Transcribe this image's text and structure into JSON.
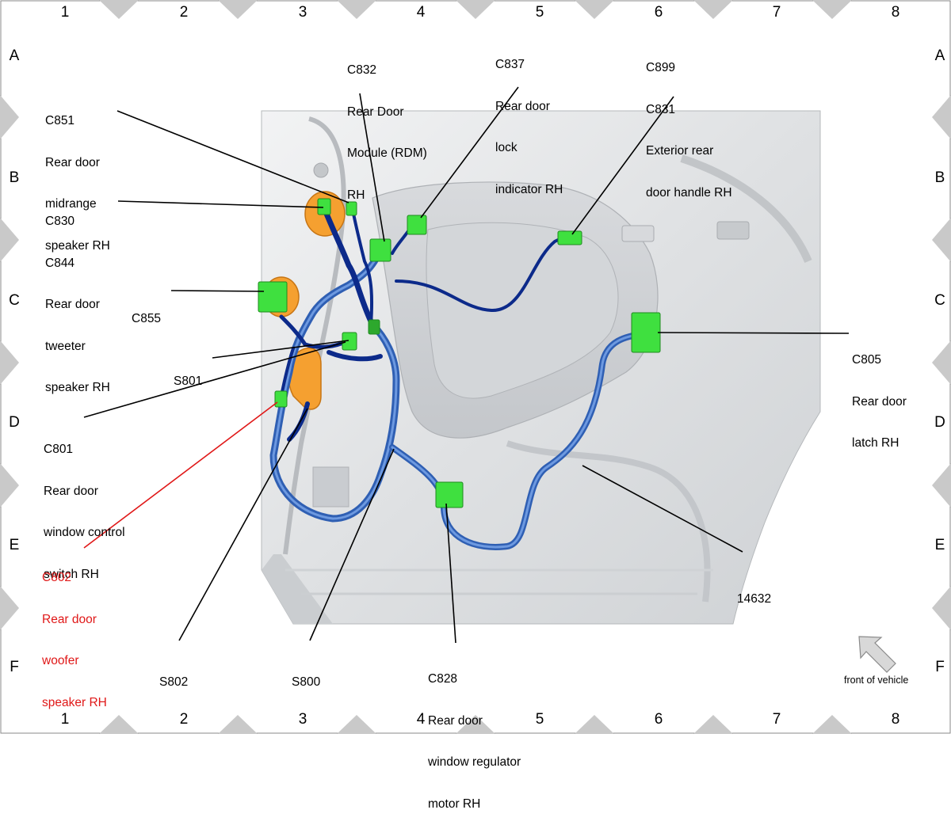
{
  "grid": {
    "columns": [
      "1",
      "2",
      "3",
      "4",
      "5",
      "6",
      "7",
      "8"
    ],
    "rows": [
      "A",
      "B",
      "C",
      "D",
      "E",
      "F"
    ]
  },
  "callouts": [
    {
      "id": "c832",
      "lines": [
        "C832",
        "Rear Door",
        "Module (RDM)",
        "RH"
      ]
    },
    {
      "id": "c837",
      "lines": [
        "C837",
        "Rear door",
        "lock",
        "indicator RH"
      ]
    },
    {
      "id": "c899",
      "lines": [
        "C899",
        "C831",
        "Exterior rear",
        "door handle RH"
      ]
    },
    {
      "id": "c851",
      "lines": [
        "C851",
        "Rear door",
        "midrange",
        "speaker RH"
      ]
    },
    {
      "id": "c830",
      "lines": [
        "C830",
        "C844",
        "Rear door",
        "tweeter",
        "speaker RH"
      ]
    },
    {
      "id": "c855",
      "lines": [
        "C855"
      ]
    },
    {
      "id": "s801",
      "lines": [
        "S801"
      ]
    },
    {
      "id": "c801",
      "lines": [
        "C801",
        "Rear door",
        "window control",
        "switch RH"
      ]
    },
    {
      "id": "c802",
      "lines": [
        "C802",
        "Rear door",
        "woofer",
        "speaker RH"
      ],
      "highlight": true
    },
    {
      "id": "c805",
      "lines": [
        "C805",
        "Rear door",
        "latch RH"
      ]
    },
    {
      "id": "n14632",
      "lines": [
        "14632"
      ]
    },
    {
      "id": "s802",
      "lines": [
        "S802"
      ]
    },
    {
      "id": "s800",
      "lines": [
        "S800"
      ]
    },
    {
      "id": "c828",
      "lines": [
        "C828",
        "Rear door",
        "window regulator",
        "motor RH"
      ]
    }
  ],
  "orientation": {
    "label": "front of vehicle",
    "icon": "arrow-up-left-icon"
  },
  "colors": {
    "harness": "#2f5fb3",
    "harness_dark": "#0c2a8a",
    "connector": "#3fe03f",
    "speaker": "#f5a030",
    "panel": "#e2e4e6",
    "highlight": "#e01818",
    "leader": "#000000"
  }
}
